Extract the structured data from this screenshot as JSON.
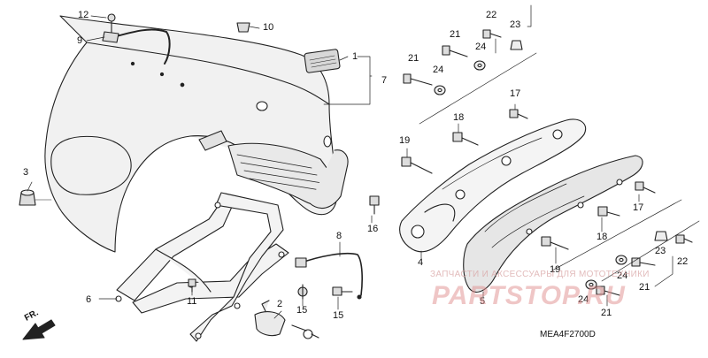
{
  "diagram": {
    "callouts": {
      "c1": "1",
      "c2": "2",
      "c3": "3",
      "c4": "4",
      "c5": "5",
      "c6": "6",
      "c7": "7",
      "c8": "8",
      "c9": "9",
      "c10": "10",
      "c11": "11",
      "c12": "12",
      "c13": "15",
      "c14": "15",
      "c15": "16",
      "c16": "17",
      "c17": "17",
      "c18": "18",
      "c19": "18",
      "c20": "19",
      "c21": "19",
      "c22": "21",
      "c23": "21",
      "c24": "21",
      "c25": "21",
      "c26": "22",
      "c27": "22",
      "c28": "23",
      "c29": "23",
      "c30": "24",
      "c31": "24",
      "c32": "24",
      "c33": "24"
    },
    "direction_label": "FR.",
    "figure_code": "MEA4F2700D",
    "watermark_line1": "ЗАПЧАСТИ И АКСЕССУАРЫ ДЛЯ МОТОТЕХНИКИ",
    "watermark_line2": "PARTSTOP.RU"
  }
}
